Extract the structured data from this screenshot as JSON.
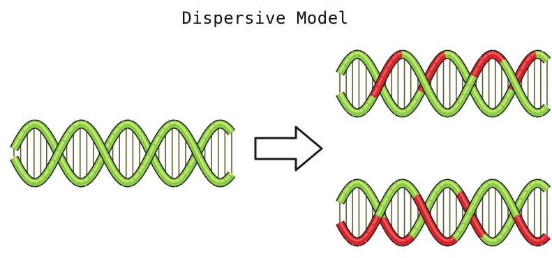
{
  "title": "Dispersive Model",
  "colors": {
    "green": "#8ccf46",
    "green_light": "#c2ea6b",
    "red": "#d9242a",
    "rung": "#5b5a2a",
    "outline": "#1a1a1a"
  },
  "helices": [
    {
      "id": "parent",
      "strand_color_pattern": [
        "green",
        "green"
      ]
    },
    {
      "id": "daughter-top",
      "strand_color_pattern": [
        "green-red-mixed",
        "green-red-mixed"
      ]
    },
    {
      "id": "daughter-bottom",
      "strand_color_pattern": [
        "red-green-mixed",
        "red-green-mixed"
      ]
    }
  ],
  "arrow": {
    "icon": "right-arrow-icon"
  }
}
